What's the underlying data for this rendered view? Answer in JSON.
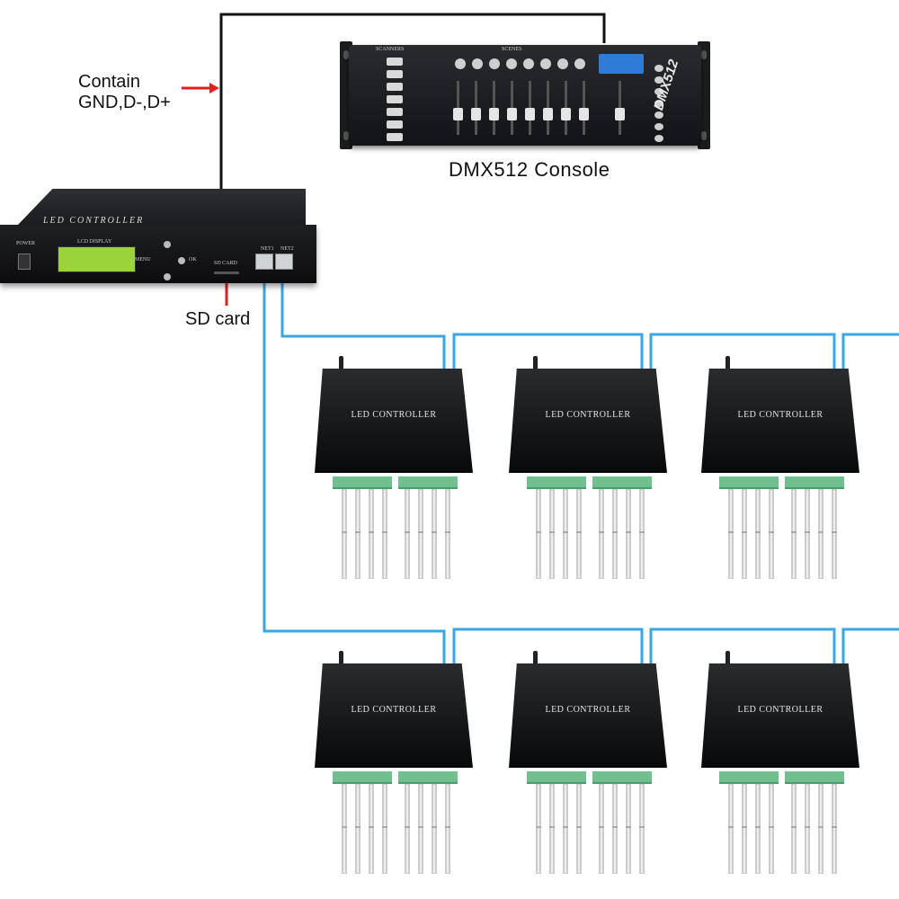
{
  "labels": {
    "signal_line1": "Contain",
    "signal_line2": "GND,D-,D+",
    "console": "DMX512 Console",
    "sd_card": "SD card"
  },
  "main_controller": {
    "title": "LED CONTROLLER",
    "power": "POWER",
    "lcd_display": "LCD DISPLAY",
    "menu": "MENU",
    "ok": "OK",
    "sd_slot": "SD CARD",
    "net1": "NET1",
    "net2": "NET2"
  },
  "console": {
    "brand": "DMX512",
    "scanners": "SCANNERS",
    "scenes": "SCENES"
  },
  "sub_controller": {
    "title": "LED CONTROLLER"
  },
  "colors": {
    "network_cable": "#3aa7e0",
    "dmx_cable": "#111111",
    "arrow": "#e02020"
  }
}
